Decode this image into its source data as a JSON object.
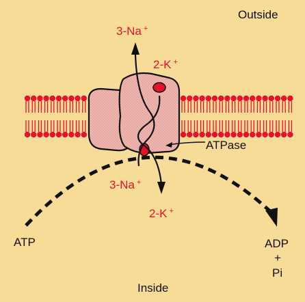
{
  "labels": {
    "outside": "Outside",
    "inside": "Inside",
    "atpase": "ATPase",
    "atp": "ATP",
    "adp": "ADP",
    "plus": "+",
    "pi": "Pi",
    "na_out": "3-Na",
    "na_out_charge": "+",
    "k_out": "2-K",
    "k_out_charge": "+",
    "na_in": "3-Na",
    "na_in_charge": "+",
    "k_in": "2-K",
    "k_in_charge": "+"
  },
  "colors": {
    "background": "#f7dc98",
    "ion_label": "#e8102a",
    "lipid_head": "#e8102a",
    "protein_fill": "#f0b8b0",
    "outline": "#111111"
  }
}
